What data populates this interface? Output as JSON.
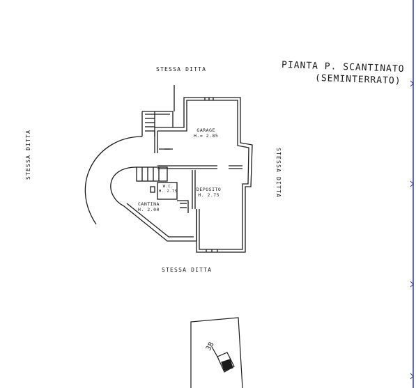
{
  "title": {
    "line1": "PIANTA P. SCANTINATO",
    "line2": "(SEMINTERRATO)"
  },
  "boundaries": {
    "top": "STESSA DITTA",
    "bottom": "STESSA DITTA",
    "left": "STESSA DITTA",
    "right": "STESSA DITTA"
  },
  "rooms": {
    "garage": {
      "name": "GARAGE",
      "height": "H.= 2.85"
    },
    "deposito": {
      "name": "DEPOSITO",
      "height": "H. 2.75"
    },
    "wc": {
      "name": "W.C.",
      "height": "H. 2.75"
    },
    "cantina": {
      "name": "CANTINA",
      "height": "H. 2.00"
    }
  },
  "site_plan": {
    "parcel_label": "38"
  },
  "colors": {
    "ink": "#1a1a1a",
    "edge_line": "#2a3a9a"
  }
}
